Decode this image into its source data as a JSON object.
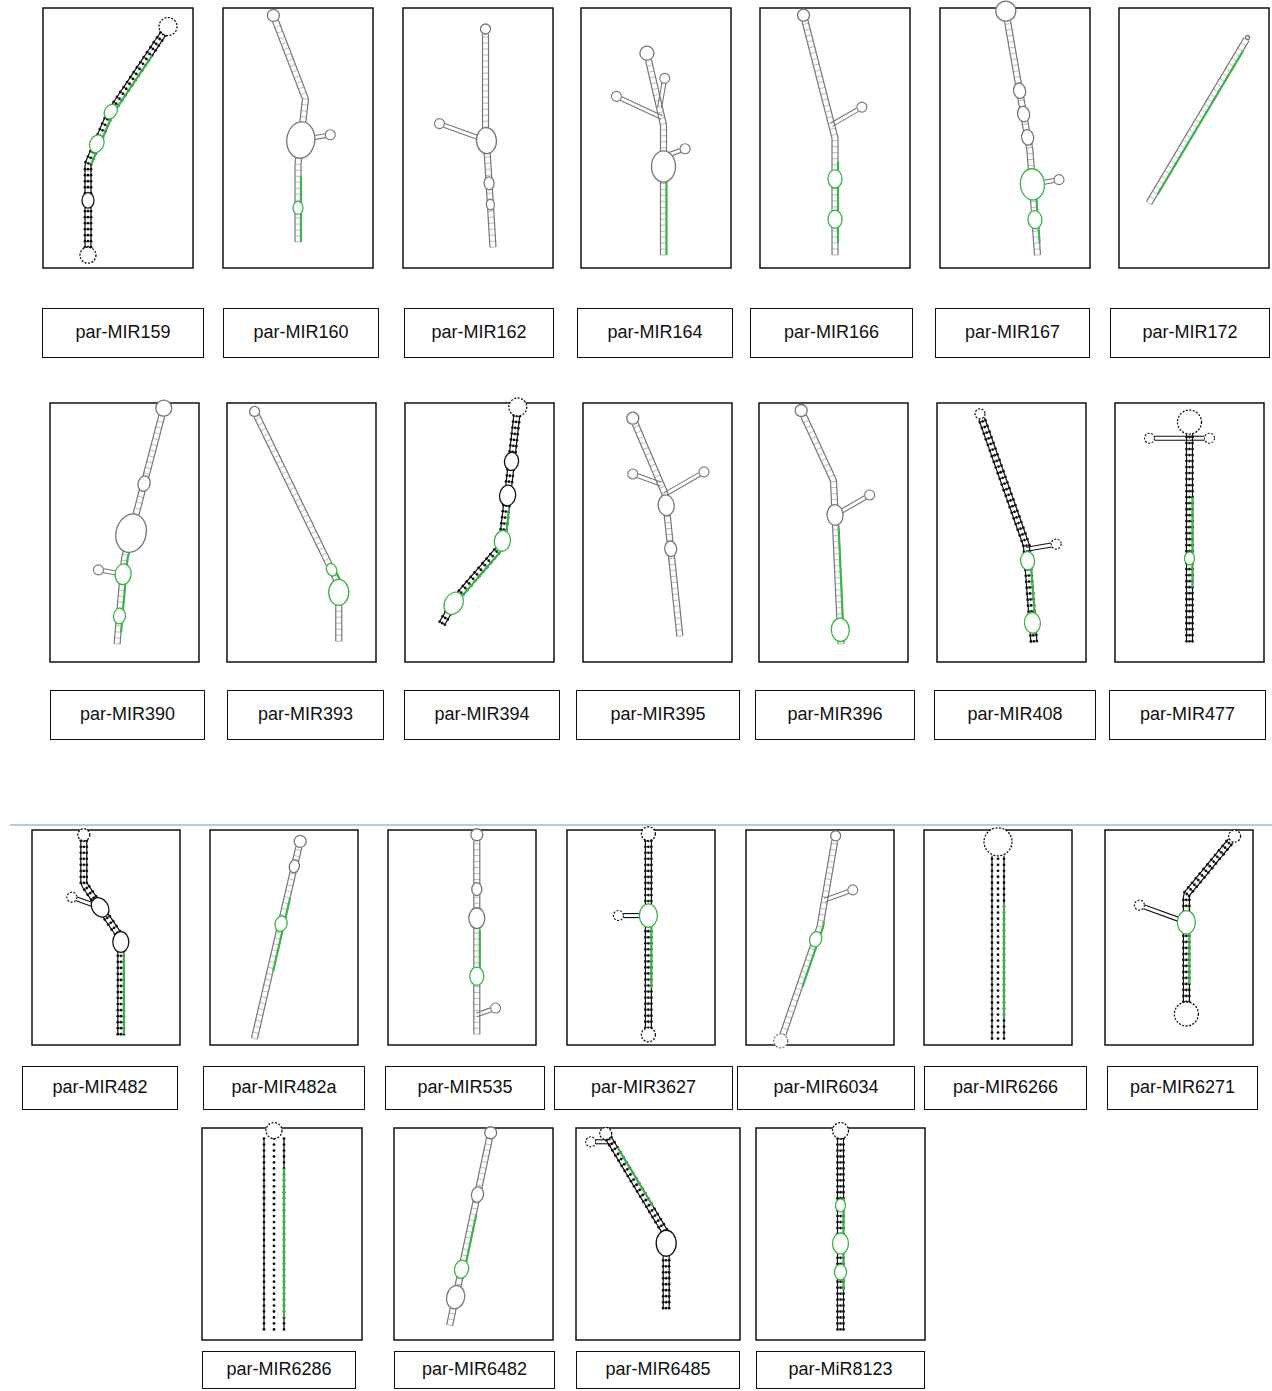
{
  "diagram": {
    "nodes": [
      {
        "text": [
          "par-MIR159"
        ]
      },
      {
        "text": [
          "par-MIR160"
        ]
      },
      {
        "text": [
          "par-MIR162"
        ]
      },
      {
        "text": [
          "par-MIR164"
        ]
      },
      {
        "text": [
          "par-MIR166"
        ]
      },
      {
        "text": [
          "par-MIR167"
        ]
      },
      {
        "text": [
          "par-MIR172"
        ]
      },
      {
        "text": [
          "par-MIR390"
        ]
      },
      {
        "text": [
          "par-MIR393"
        ]
      },
      {
        "text": [
          "par-MIR394"
        ]
      },
      {
        "text": [
          "par-MIR395"
        ]
      },
      {
        "text": [
          "par-MIR396"
        ]
      },
      {
        "text": [
          "par-MIR408"
        ]
      },
      {
        "text": [
          "par-MIR477"
        ]
      },
      {
        "text": [
          "par-MIR482"
        ]
      },
      {
        "text": [
          "par-MIR482a"
        ]
      },
      {
        "text": [
          "par-MIR535"
        ]
      },
      {
        "text": [
          "par-MIR3627"
        ]
      },
      {
        "text": [
          "par-MIR6034"
        ]
      },
      {
        "text": [
          "par-MIR6266"
        ]
      },
      {
        "text": [
          "par-MIR6271"
        ]
      },
      {
        "text": [
          "par-MIR6286"
        ]
      },
      {
        "text": [
          "par-MIR6482"
        ]
      },
      {
        "text": [
          "par-MIR6485"
        ]
      },
      {
        "text": [
          "par-MiR8123"
        ]
      }
    ]
  }
}
